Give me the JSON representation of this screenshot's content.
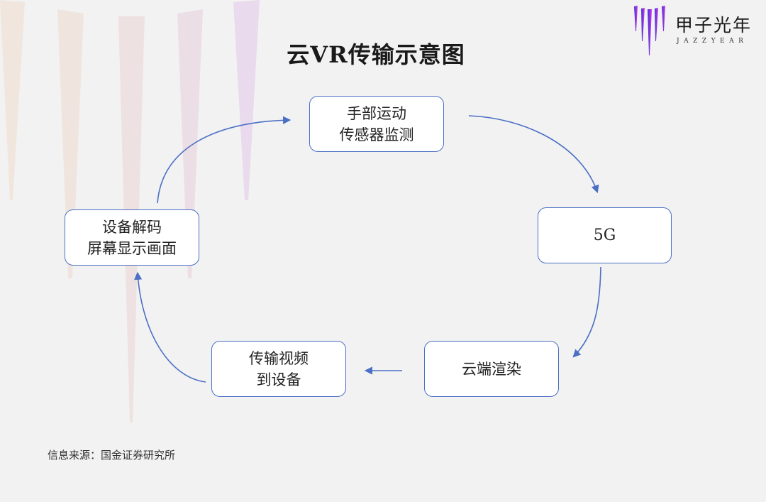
{
  "title": "云VR传输示意图",
  "logo": {
    "name_cn": "甲子光年",
    "name_en": "JAZZYEAR",
    "gradient_start": "#3b2fd6",
    "gradient_end": "#d43ce8"
  },
  "diagram": {
    "type": "cycle-flowchart",
    "nodes": [
      {
        "id": "hand-sensor",
        "lines": [
          "手部运动",
          "传感器监测"
        ]
      },
      {
        "id": "5g",
        "lines": [
          "5G"
        ]
      },
      {
        "id": "cloud-render",
        "lines": [
          "云端渲染"
        ]
      },
      {
        "id": "transmit-video",
        "lines": [
          "传输视频",
          "到设备"
        ]
      },
      {
        "id": "device-decode",
        "lines": [
          "设备解码",
          "屏幕显示画面"
        ]
      }
    ],
    "edges": [
      {
        "from": "hand-sensor",
        "to": "5g"
      },
      {
        "from": "5g",
        "to": "cloud-render"
      },
      {
        "from": "cloud-render",
        "to": "transmit-video"
      },
      {
        "from": "transmit-video",
        "to": "device-decode"
      },
      {
        "from": "device-decode",
        "to": "hand-sensor"
      }
    ],
    "node_border_color": "#4a6fc4",
    "arrow_color": "#4a6fc4"
  },
  "source": "信息来源：国金证券研究所"
}
